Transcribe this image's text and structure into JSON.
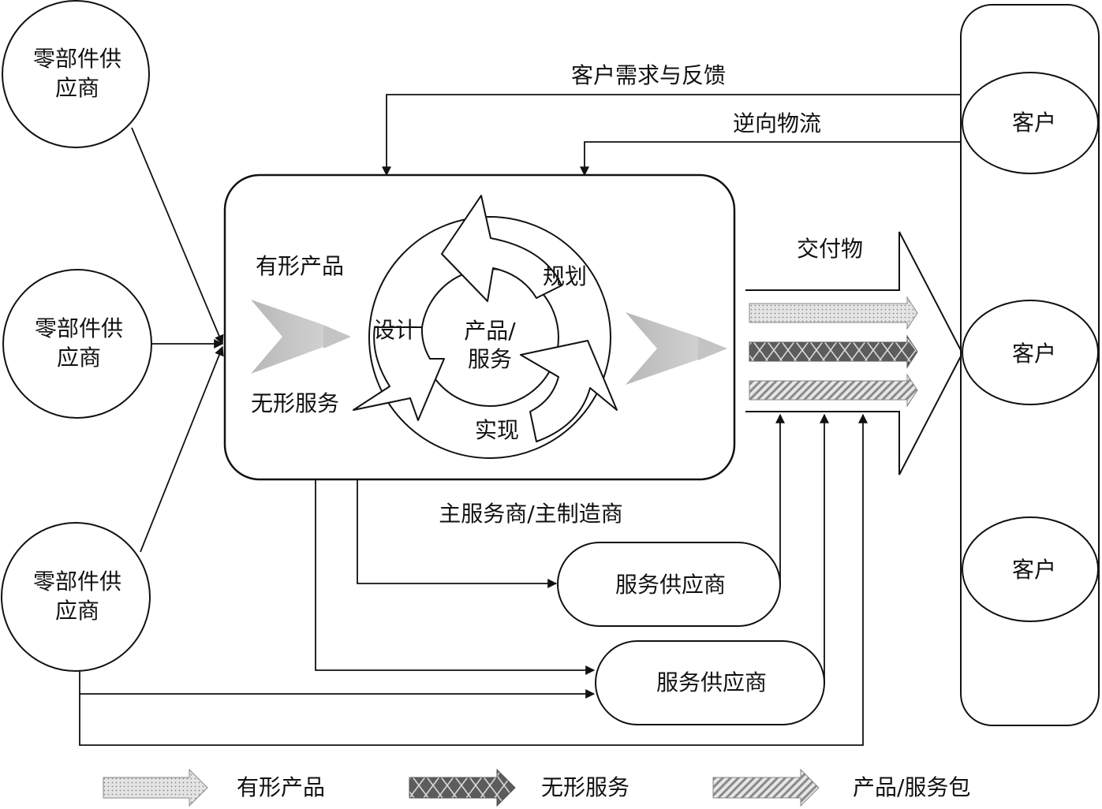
{
  "suppliers": [
    {
      "line1": "零部件供",
      "line2": "应商"
    },
    {
      "line1": "零部件供",
      "line2": "应商"
    },
    {
      "line1": "零部件供",
      "line2": "应商"
    }
  ],
  "customers": [
    "客户",
    "客户",
    "客户"
  ],
  "feedback_label": "客户需求与反馈",
  "reverse_logistics_label": "逆向物流",
  "tangible_label": "有形产品",
  "intangible_label": "无形服务",
  "cycle": {
    "design": "设计",
    "plan": "规划",
    "realize": "实现",
    "center_line1": "产品/",
    "center_line2": "服务"
  },
  "deliverables_label": "交付物",
  "main_provider_label": "主服务商/主制造商",
  "service_suppliers": [
    "服务供应商",
    "服务供应商"
  ],
  "legend": [
    {
      "label": "有形产品",
      "pattern": "dots"
    },
    {
      "label": "无形服务",
      "pattern": "diamonds"
    },
    {
      "label": "产品/服务包",
      "pattern": "hatch"
    }
  ]
}
